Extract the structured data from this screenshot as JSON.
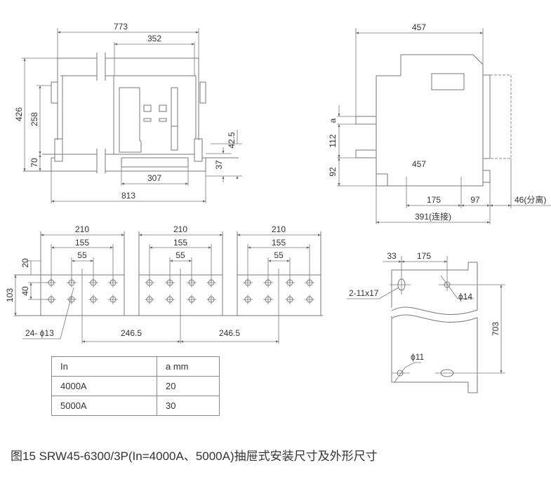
{
  "front_view": {
    "dims": {
      "overall_width": "773",
      "panel_width": "352",
      "height": "426",
      "mid_height": "258",
      "base_height": "70",
      "base_panel": "307",
      "base_width": "813",
      "right_a": "42.5",
      "right_b": "37"
    }
  },
  "side_view": {
    "dims": {
      "depth": "457",
      "a": "a",
      "busbar_gap": "112",
      "bottom": "92",
      "inner_label": "457",
      "d175": "175",
      "d97": "97",
      "separate": "46(分离)",
      "connect": "391(连接)"
    }
  },
  "busbar_layout": {
    "blocks": [
      {
        "w210": "210",
        "w155": "155",
        "w55": "55"
      },
      {
        "w210": "210",
        "w155": "155",
        "w55": "55"
      },
      {
        "w210": "210",
        "w155": "155",
        "w55": "55"
      }
    ],
    "height": "103",
    "row_gap": "40",
    "top_offset": "20",
    "holes": "24- ϕ13",
    "pitch1": "246.5",
    "pitch2": "246.5"
  },
  "bracket": {
    "d33": "33",
    "d175": "175",
    "slot": "2-11x17",
    "hole_top": "ϕ14",
    "hole_bottom": "ϕ11",
    "height": "703"
  },
  "table": {
    "headers": [
      "In",
      "a mm"
    ],
    "rows": [
      [
        "4000A",
        "20"
      ],
      [
        "5000A",
        "30"
      ]
    ]
  },
  "caption": "图15 SRW45-6300/3P(In=4000A、5000A)抽屉式安装尺寸及外形尺寸"
}
